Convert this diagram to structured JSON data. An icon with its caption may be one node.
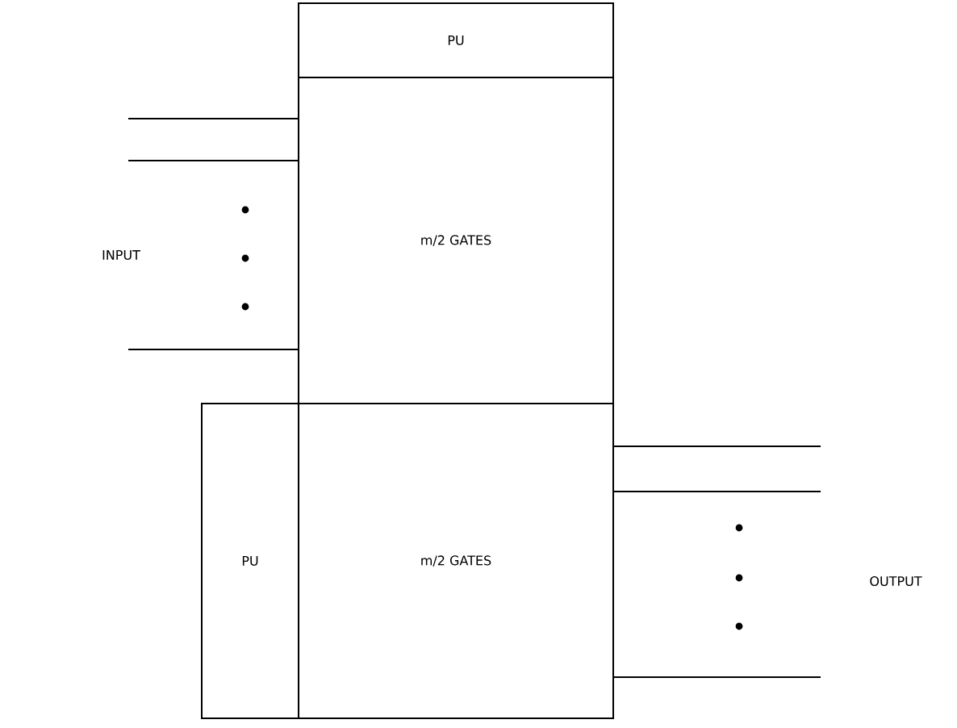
{
  "diagram": {
    "nodes": [
      {
        "text": [
          "PU"
        ]
      },
      {
        "text": [
          "m/2 GATES"
        ]
      },
      {
        "text": [
          "PU"
        ]
      },
      {
        "text": [
          "m/2 GATES"
        ]
      }
    ],
    "edges": [
      {
        "from": null,
        "to": 1,
        "arrow": "none"
      },
      {
        "from": null,
        "to": 1,
        "arrow": "none"
      },
      {
        "from": null,
        "to": 1,
        "arrow": "none"
      },
      {
        "from": 3,
        "to": null,
        "arrow": "none"
      },
      {
        "from": 3,
        "to": null,
        "arrow": "none"
      },
      {
        "from": 3,
        "to": null,
        "arrow": "none"
      }
    ],
    "labels": [
      "INPUT",
      "OUTPUT"
    ]
  }
}
